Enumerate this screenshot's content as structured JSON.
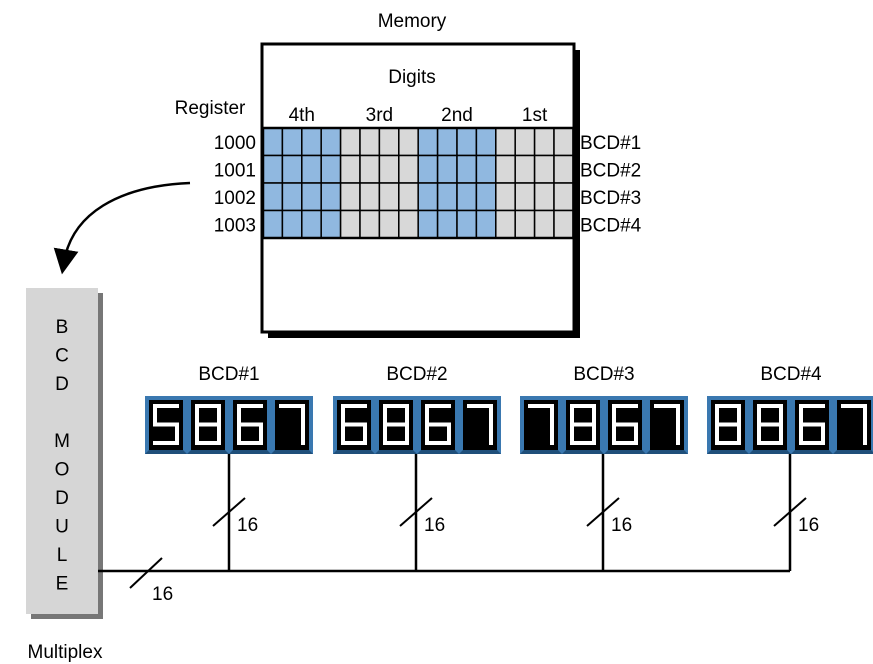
{
  "memory": {
    "title": "Memory",
    "digits_label": "Digits",
    "digit_headers": [
      "4th",
      "3rd",
      "2nd",
      "1st"
    ],
    "register_label": "Register",
    "registers": [
      "1000",
      "1001",
      "1002",
      "1003"
    ],
    "bcd_labels": [
      "BCD#1",
      "BCD#2",
      "BCD#3",
      "BCD#4"
    ],
    "digit_colors": [
      "#90b8e0",
      "#d8d8d8",
      "#90b8e0",
      "#d8d8d8"
    ]
  },
  "module": {
    "letters": [
      "B",
      "C",
      "D",
      "",
      "M",
      "O",
      "D",
      "U",
      "L",
      "E"
    ],
    "caption": "Multiplex"
  },
  "displays": [
    {
      "label": "BCD#1",
      "digits": "5867"
    },
    {
      "label": "BCD#2",
      "digits": "6867"
    },
    {
      "label": "BCD#3",
      "digits": "7867"
    },
    {
      "label": "BCD#4",
      "digits": "8867"
    }
  ],
  "bus": {
    "width_label": "16",
    "branch_labels": [
      "16",
      "16",
      "16",
      "16"
    ]
  },
  "colors": {
    "blue_cell": "#90b8e0",
    "gray_cell": "#d8d8d8",
    "module_fill": "#d6d6d6",
    "display_bezel": "#3a78b0",
    "segment": "#ffffff"
  }
}
